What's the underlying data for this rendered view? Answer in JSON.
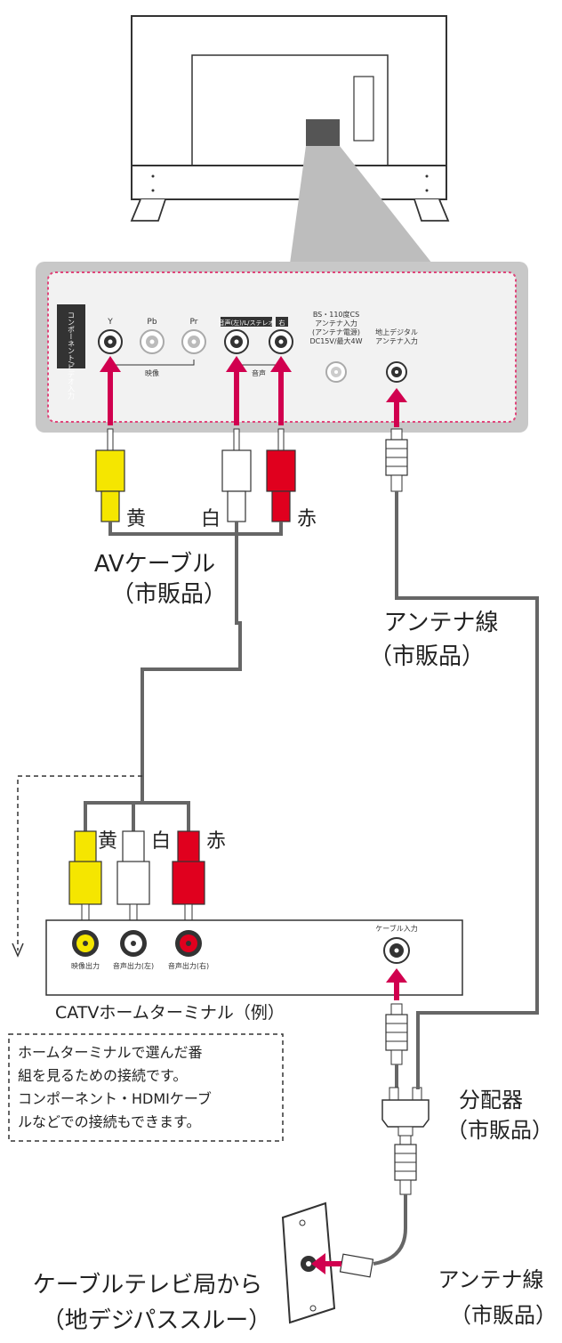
{
  "panel": {
    "y_label": "Y",
    "pb_label": "Pb",
    "pr_label": "Pr",
    "component_vertical": "コンポーネント/ビデオ入力",
    "audio_left_label": "音声(左)/L/ステレオ",
    "audio_right_label": "右",
    "video_group_label": "映像",
    "audio_group_label": "音声",
    "bs_label_1": "BS・110度CS",
    "bs_label_2": "アンテナ入力",
    "bs_label_3": "(アンテナ電源)",
    "bs_label_4": "DC15V/最大4W",
    "terrestrial_label_1": "地上デジタル",
    "terrestrial_label_2": "アンテナ入力"
  },
  "cable_colors": {
    "yellow": "黄",
    "white": "白",
    "red": "赤"
  },
  "av_cable": {
    "line1": "AVケーブル",
    "line2": "（市販品）"
  },
  "antenna_cable_top": {
    "line1": "アンテナ線",
    "line2": "（市販品）"
  },
  "terminal": {
    "video_out": "映像出力",
    "audio_out_l": "音声出力(左)",
    "audio_out_r": "音声出力(右)",
    "cable_in": "ケーブル入力",
    "caption": "CATVホームターミナル（例）"
  },
  "note": {
    "line1": "ホームターミナルで選んだ番",
    "line2": "組を見るための接続です。",
    "line3": "コンポーネント・HDMIケーブ",
    "line4": "ルなどでの接続もできます。"
  },
  "splitter": {
    "line1": "分配器",
    "line2": "（市販品）"
  },
  "wall": {
    "line1": "ケーブルテレビ局から",
    "line2": "（地デジパススルー）"
  },
  "antenna_cable_bottom": {
    "line1": "アンテナ線",
    "line2": "（市販品）"
  },
  "colors": {
    "arrow": "#d1004f",
    "yellow_plug": "#f5e600",
    "red_plug": "#e0001e",
    "cable_gray": "#666666",
    "panel_border": "#e0457a"
  }
}
